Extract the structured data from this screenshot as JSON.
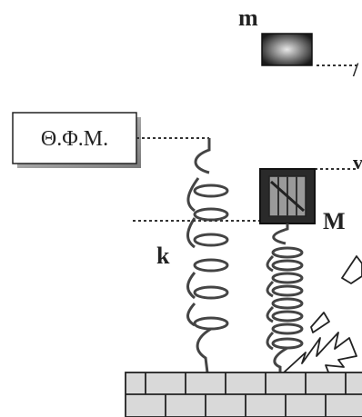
{
  "labels": {
    "mass_small": "m",
    "mass_large": "M",
    "spring_constant": "k",
    "equilibrium_box": "Θ.Φ.Μ.",
    "partial_right_top": "/",
    "partial_right_mid": "v"
  },
  "colors": {
    "ink": "#222222",
    "line": "#333333",
    "ground_fill": "#d9d9d9",
    "block_dark": "#2a2a2a",
    "block_light": "#9a9a9a"
  }
}
